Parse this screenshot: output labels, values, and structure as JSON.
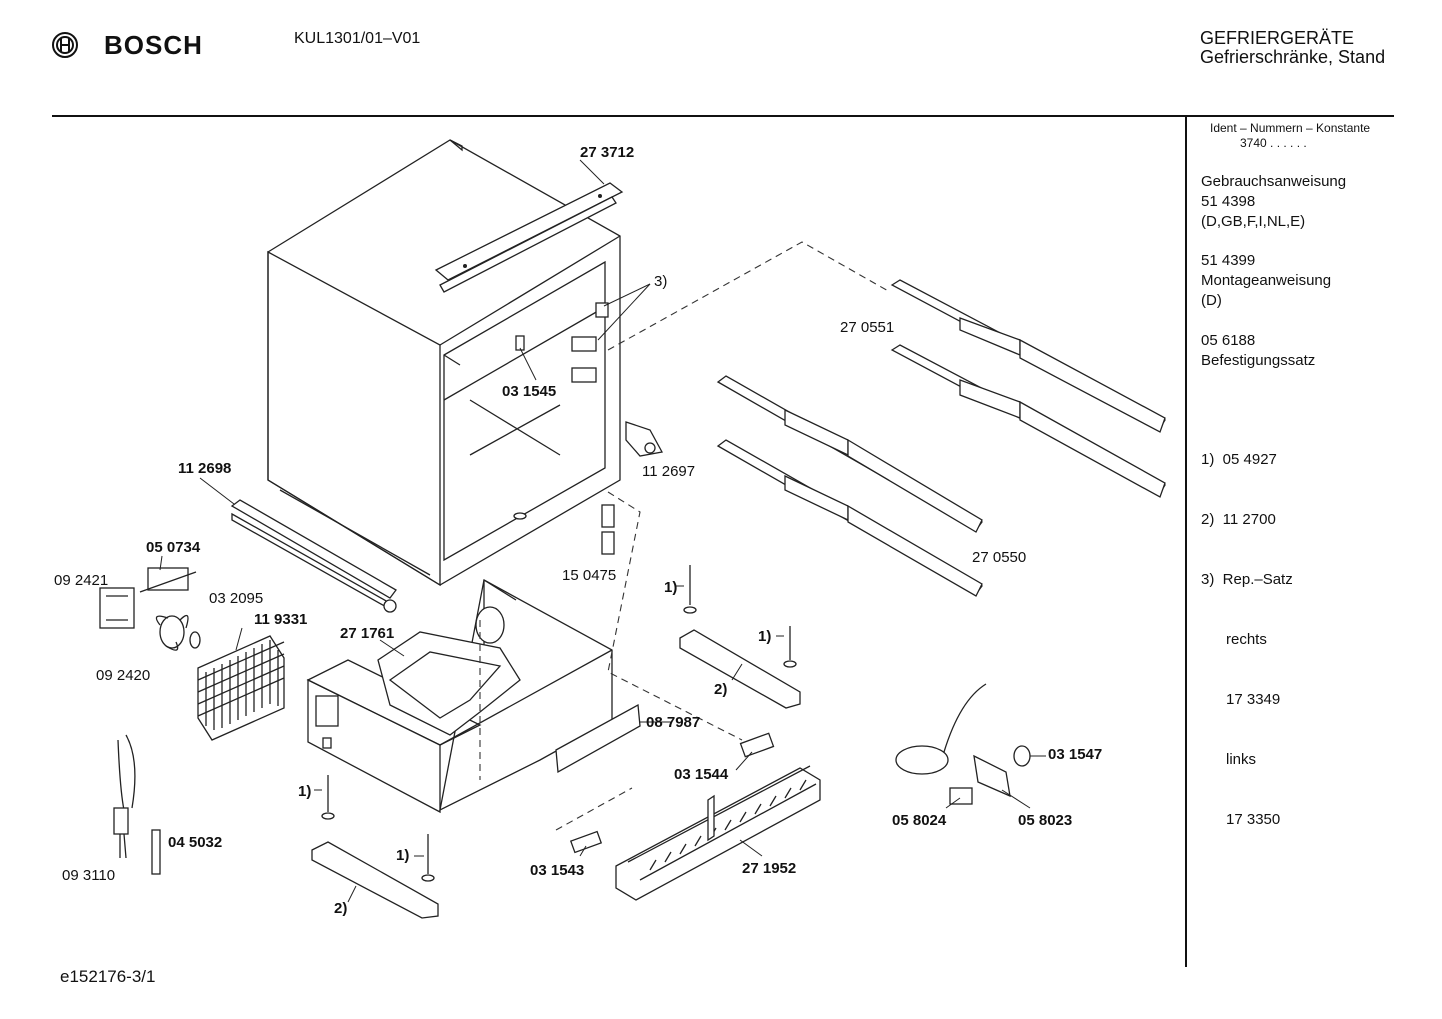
{
  "header": {
    "brand": "BOSCH",
    "model": "KUL1301/01–V01",
    "category_line1": "GEFRIERGERÄTE",
    "category_line2": "Gefrierschränke, Stand"
  },
  "sidebar": {
    "ident_label": "Ident – Nummern – Konstante",
    "ident_value": "3740 . .  .  .  .  .",
    "blocks": [
      [
        "Gebrauchsanweisung",
        "51 4398",
        "(D,GB,F,I,NL,E)"
      ],
      [
        "51 4399",
        "Montageanweisung",
        "(D)"
      ],
      [
        "05 6188",
        "Befestigungssatz"
      ],
      [
        "1)  05 4927",
        "2)  11 2700",
        "3)  Rep.–Satz",
        "      rechts",
        "      17 3349",
        "      links",
        "      17 3350"
      ]
    ]
  },
  "footer": {
    "doc_id": "e152176-3/1"
  },
  "parts": [
    {
      "id": "p273712",
      "label": "27 3712",
      "bold": true
    },
    {
      "id": "p3a",
      "label": "3)",
      "bold": false
    },
    {
      "id": "p270551",
      "label": "27 0551",
      "bold": false
    },
    {
      "id": "p031545",
      "label": "03 1545",
      "bold": true
    },
    {
      "id": "p112698",
      "label": "11 2698",
      "bold": true
    },
    {
      "id": "p112697",
      "label": "11 2697",
      "bold": false
    },
    {
      "id": "p050734",
      "label": "05 0734",
      "bold": true
    },
    {
      "id": "p092421",
      "label": "09 2421",
      "bold": false
    },
    {
      "id": "p032095",
      "label": "03 2095",
      "bold": false
    },
    {
      "id": "p119331",
      "label": "11 9331",
      "bold": true
    },
    {
      "id": "p271761",
      "label": "27 1761",
      "bold": true
    },
    {
      "id": "p092420",
      "label": "09 2420",
      "bold": false
    },
    {
      "id": "p150475",
      "label": "15 0475",
      "bold": false
    },
    {
      "id": "p270550",
      "label": "27 0550",
      "bold": false
    },
    {
      "id": "p1a",
      "label": "1)",
      "bold": true
    },
    {
      "id": "p1b",
      "label": "1)",
      "bold": true
    },
    {
      "id": "p2a",
      "label": "2)",
      "bold": true
    },
    {
      "id": "p087987",
      "label": "08 7987",
      "bold": true
    },
    {
      "id": "p031544",
      "label": "03 1544",
      "bold": true
    },
    {
      "id": "p031547",
      "label": "03 1547",
      "bold": true
    },
    {
      "id": "p1c",
      "label": "1)",
      "bold": true
    },
    {
      "id": "p1d",
      "label": "1)",
      "bold": true
    },
    {
      "id": "p045032",
      "label": "04 5032",
      "bold": true
    },
    {
      "id": "p093110",
      "label": "09 3110",
      "bold": false
    },
    {
      "id": "p031543",
      "label": "03 1543",
      "bold": true
    },
    {
      "id": "p271952",
      "label": "27 1952",
      "bold": true
    },
    {
      "id": "p058024",
      "label": "05 8024",
      "bold": true
    },
    {
      "id": "p058023",
      "label": "05 8023",
      "bold": true
    },
    {
      "id": "p2b",
      "label": "2)",
      "bold": true
    }
  ]
}
